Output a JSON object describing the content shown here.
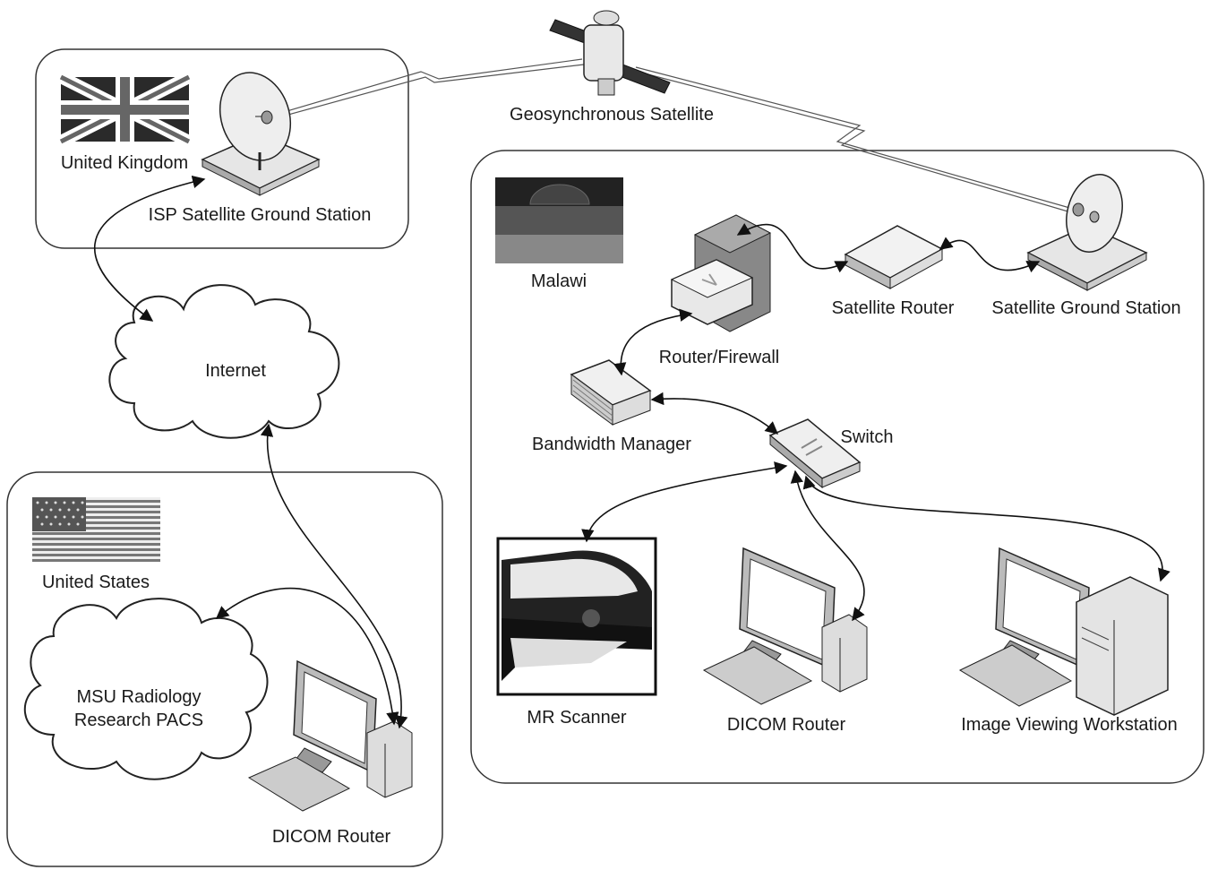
{
  "regions": {
    "uk": {
      "country": "United Kingdom",
      "station": "ISP Satellite Ground Station"
    },
    "us": {
      "country": "United States",
      "pacs": [
        "MSU Radiology",
        "Research PACS"
      ],
      "router": "DICOM Router"
    },
    "malawi": {
      "country": "Malawi",
      "firewall": "Router/Firewall",
      "sat_router": "Satellite Router",
      "ground_station": "Satellite Ground Station",
      "bandwidth": "Bandwidth Manager",
      "switch": "Switch",
      "scanner": "MR Scanner",
      "dicom_router": "DICOM Router",
      "workstation": "Image Viewing Workstation"
    }
  },
  "satellite": "Geosynchronous Satellite",
  "internet": "Internet"
}
